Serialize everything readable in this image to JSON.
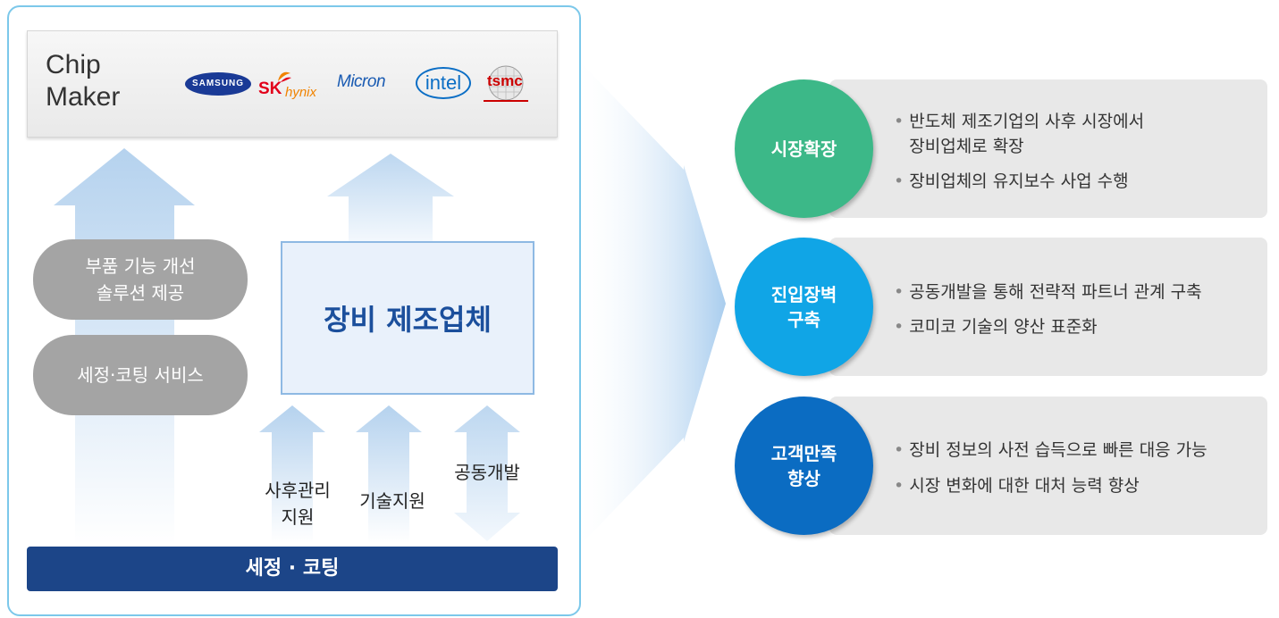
{
  "left": {
    "chip_maker": "Chip\nMaker",
    "logos": {
      "samsung": "SAMSUNG",
      "sk": "SK",
      "hynix": "hynix",
      "micron": "Micron",
      "intel": "intel",
      "tsmc": "tsmc"
    },
    "pills": [
      "부품 기능 개선\n솔루션 제공",
      "세정·코팅 서비스"
    ],
    "equipment": "장비 제조업체",
    "supports": [
      "사후관리\n지원",
      "기술지원",
      "공동개발"
    ],
    "base": "세정 · 코팅"
  },
  "right": [
    {
      "title": "시장확장",
      "color": "#3cb888",
      "bullets": [
        "반도체 제조기업의 사후 시장에서\n장비업체로 확장",
        "장비업체의 유지보수 사업 수행"
      ]
    },
    {
      "title": "진입장벽\n구축",
      "color": "#10a5e6",
      "bullets": [
        "공동개발을 통해 전략적 파트너 관계 구축",
        "코미코 기술의 양산 표준화"
      ]
    },
    {
      "title": "고객만족\n향상",
      "color": "#0b6cc2",
      "bullets": [
        "장비 정보의 사전 습득으로 빠른 대응 가능",
        "시장 변화에 대한 대처 능력 향상"
      ]
    }
  ]
}
